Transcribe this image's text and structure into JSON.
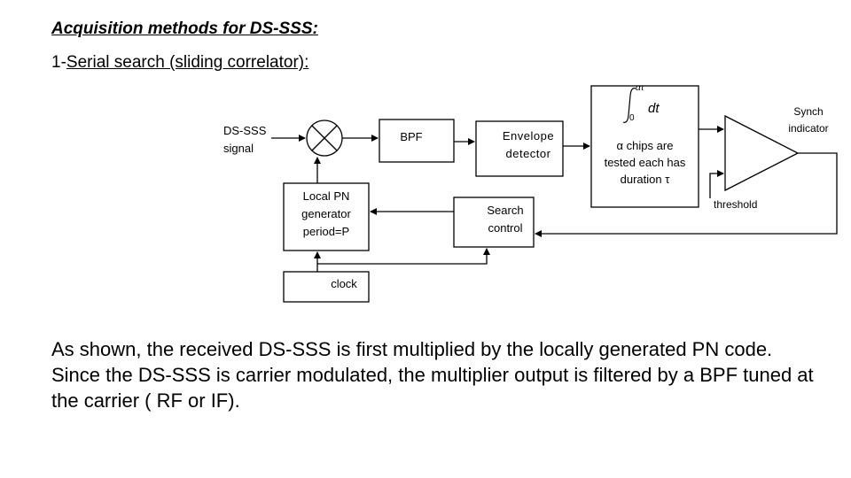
{
  "header": {
    "title": "Acquisition methods for DS-SSS:",
    "subtitle_prefix": "1-",
    "subtitle_underlined": "Serial search (sliding correlator):"
  },
  "diagram": {
    "input_label_1": "DS-SSS",
    "input_label_2": "signal",
    "bpf": "BPF",
    "envelope_1": "Envelope",
    "envelope_2": "detector",
    "integrator_upper": "ατ",
    "integrator_lower": "0",
    "integrator_dt": "dt",
    "integrator_note_1": "α chips are",
    "integrator_note_2": "tested each has",
    "integrator_note_3": "duration τ",
    "synch_1": "Synch",
    "synch_2": "indicator",
    "threshold": "threshold",
    "pn_1": "Local PN",
    "pn_2": "generator",
    "pn_3": "period=P",
    "search_1": "Search",
    "search_2": "control",
    "clock": "clock"
  },
  "body_text": "As shown, the received DS-SSS is first multiplied by the locally generated PN code. Since the DS-SSS is carrier modulated, the multiplier output is filtered by a BPF tuned at the carrier ( RF or IF)."
}
